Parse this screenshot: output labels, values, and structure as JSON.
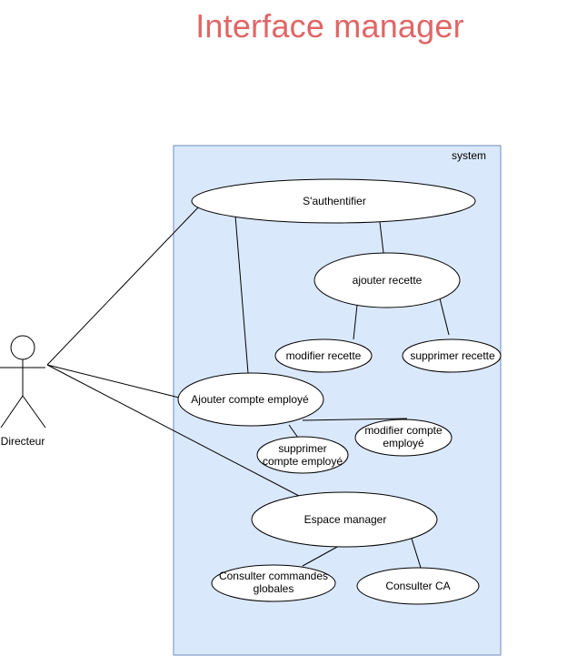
{
  "title": "Interface manager",
  "system": {
    "label": "system"
  },
  "actor": {
    "label": "Directeur"
  },
  "use_cases": {
    "authenticate": "S'authentifier",
    "add_recipe": "ajouter recette",
    "edit_recipe": "modifier recette",
    "delete_recipe": "supprimer recette",
    "add_employee": "Ajouter compte employé",
    "edit_employee_line1": "modifier compte",
    "edit_employee_line2": "employé",
    "delete_employee_line1": "supprimer",
    "delete_employee_line2": "compte employé",
    "manager_space": "Espace manager",
    "view_orders_line1": "Consulter commandes",
    "view_orders_line2": "globales",
    "view_revenue": "Consulter CA"
  },
  "colors": {
    "title": "#e06666",
    "system_fill": "#dae8fc",
    "system_stroke": "#6c8ebf"
  }
}
